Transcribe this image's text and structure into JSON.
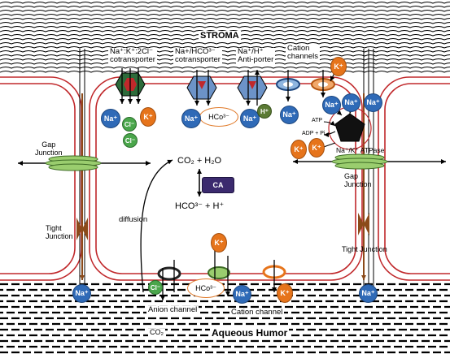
{
  "regions": {
    "stroma": "STROMA",
    "aqueous_humor": "Aqueous Humor"
  },
  "transporters": {
    "nkcc": [
      "Na⁺:K⁺:2Cl⁻",
      "cotransporter"
    ],
    "nbc": [
      "Na+/HCO³⁻",
      "cotransporter"
    ],
    "nhe": [
      "Na⁺/H⁺",
      "Anti-porter"
    ],
    "cation_channels": [
      "Cation",
      "channels"
    ],
    "atpase": "Na⁺/K⁺ ATPase",
    "atp": "ATP",
    "adp": "ADP + Pi"
  },
  "junctions": {
    "gap_left": [
      "Gap",
      "Junction"
    ],
    "gap_right": [
      "Gap",
      "Junction"
    ],
    "tight_left": [
      "Tight",
      "Junction"
    ],
    "tight_right": "Tight Junction"
  },
  "reactions": {
    "co2_h2o": "CO₂ + H₂O",
    "enzyme": "CA",
    "hco3_h": "HCO³⁻ + H⁺",
    "diffusion": "diffusion",
    "co2": "CO₂"
  },
  "channels": {
    "anion": "Anion channel",
    "cation": "Cation channel"
  },
  "ions": {
    "na": "Na⁺",
    "k": "K⁺",
    "cl": "Cl⁻",
    "h": "H⁺",
    "hco3": "HCo³⁻"
  },
  "colors": {
    "membrane": "#c0282b",
    "na": "#2f6ab7",
    "k": "#e6741b",
    "cl": "#4aa64b",
    "junction": "#9acd6e",
    "tight": "#8b4a1a"
  }
}
